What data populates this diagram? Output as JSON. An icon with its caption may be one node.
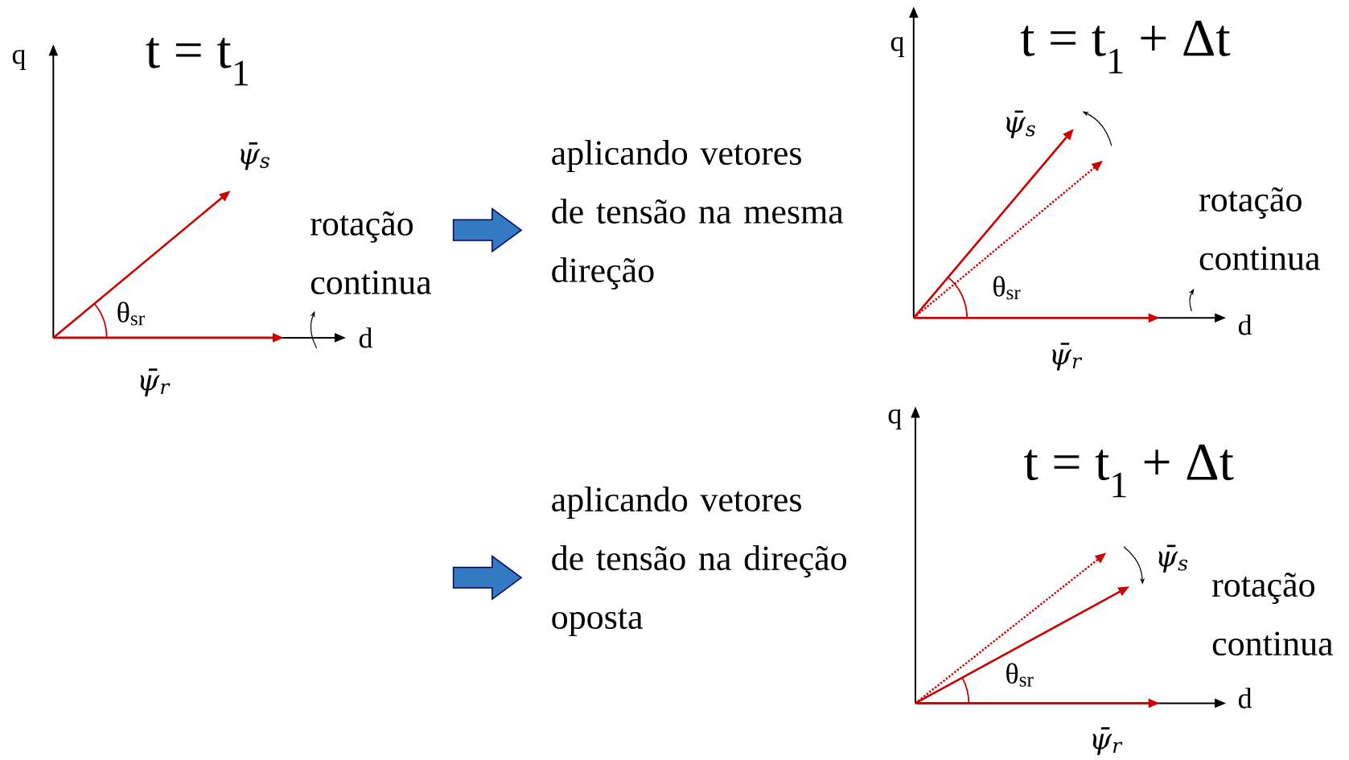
{
  "diagram": {
    "labels": [
      "q",
      "t = t$_{1}$",
      "ψ̄$_{s}$",
      "θ$_{sr}$",
      "ψ̄$_{r}$",
      "d",
      "rotação continua",
      "aplicando vetores de tensão na mesma direção",
      "q",
      "t = t$_{1}$ + Δt",
      "ψ̄$_{s}$",
      "rotação continua",
      "θ$_{sr}$",
      "d",
      "ψ̄$_{r}$",
      "q",
      "t = t$_{1}$ + Δt",
      "aplicando vetores de tensão na direção oposta",
      "ψ̄$_{s}$",
      "rotação continua",
      "θ$_{sr}$",
      "d",
      "ψ̄$_{r}$"
    ]
  }
}
